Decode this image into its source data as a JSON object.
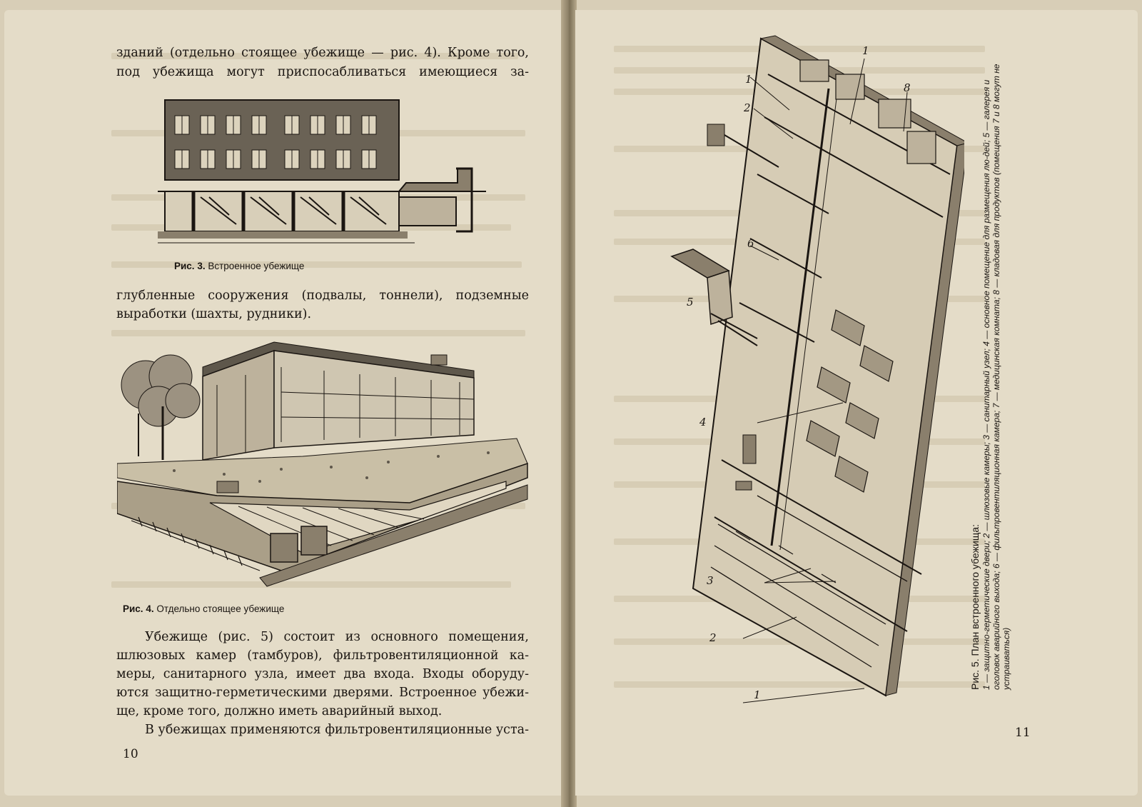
{
  "left_page": {
    "paragraph_top": [
      "зданий (отдельно стоящее убежище — рис. 4). Кроме того,",
      "под убежища могут приспосабливаться имеющиеся за-"
    ],
    "figure3_caption": {
      "label": "Рис. 3.",
      "text": "Встроенное убежище"
    },
    "paragraph_middle": [
      "глубленные сооружения (подвалы, тоннели), подземные",
      "выработки (шахты, рудники)."
    ],
    "figure4_caption": {
      "label": "Рис. 4.",
      "text": "Отдельно стоящее убежище"
    },
    "paragraph_bottom": [
      "Убежище (рис. 5) состоит из основного помещения,",
      "шлюзовых камер (тамбуров), фильтровентиляционной ка-",
      "меры, санитарного узла, имеет два входа. Входы оборуду-",
      "ются защитно-герметическими дверями. Встроенное убежи-",
      "ще, кроме того, должно иметь аварийный выход.",
      "В убежищах применяются фильтровентиляционные уста-"
    ],
    "page_number": "10"
  },
  "right_page": {
    "figure5_caption": {
      "label": "Рис. 5.",
      "title": "План встроенного убежища:",
      "legend": "1 — защитно-герметические двери; 2 — шлюзовые камеры; 3 — санитарный узел; 4 — основное помещение для размещения лю-дей; 5 — галерея и оголовок аварийного выхода; 6 — фильтровентиляционная камера; 7 — медицинская комната; 8 — кладовая для продуктов (помещения 7 и 8 могут не устраиваться)"
    },
    "callouts": [
      "1",
      "2",
      "1",
      "8",
      "6",
      "5",
      "4",
      "3",
      "2",
      "1"
    ],
    "page_number": "11"
  },
  "colors": {
    "paper": "#e4dcc8",
    "ink": "#1a1511",
    "gutter": "#8f8268"
  }
}
